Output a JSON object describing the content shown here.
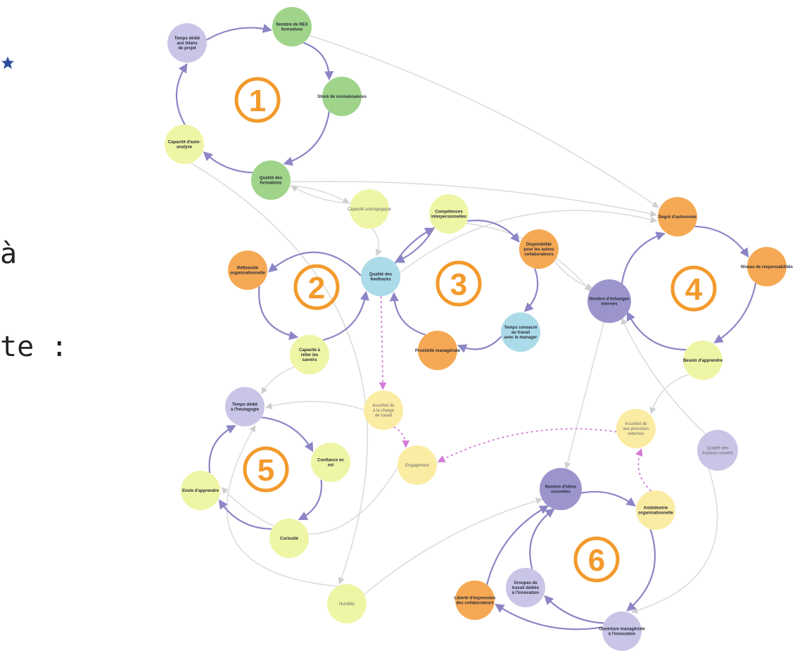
{
  "fragments": {
    "left_text_1": "à",
    "left_text_2": "te :"
  },
  "colors": {
    "green": "#9fd48a",
    "lime": "#eef5a5",
    "purple": "#c8c5e6",
    "dark_purple": "#9b95cc",
    "orange": "#f5a954",
    "blue": "#abdbe8",
    "yellow": "#fbeca4",
    "loop_orange": "#f39a2c",
    "link_strong": "#8c86c6",
    "link_light": "#dcdcdc",
    "link_dotted": "#d27bd8"
  },
  "loops": [
    {
      "id": "1",
      "label": "1"
    },
    {
      "id": "2",
      "label": "2"
    },
    {
      "id": "3",
      "label": "3"
    },
    {
      "id": "4",
      "label": "4"
    },
    {
      "id": "5",
      "label": "5"
    },
    {
      "id": "6",
      "label": "6"
    }
  ],
  "nodes": [
    {
      "id": "temps_bilans",
      "label": [
        "Temps dédié",
        "aux bilans",
        "de projet"
      ],
      "color": "purple"
    },
    {
      "id": "nb_rex",
      "label": [
        "Nombre de REX",
        "formatives"
      ],
      "color": "green"
    },
    {
      "id": "stock",
      "label": [
        "Stock de connaissances"
      ],
      "color": "green"
    },
    {
      "id": "qualite_form",
      "label": [
        "Qualité des",
        "formations"
      ],
      "color": "green"
    },
    {
      "id": "auto_analyse",
      "label": [
        "Capacité d'auto-",
        "analyse"
      ],
      "color": "lime"
    },
    {
      "id": "andragogique",
      "label": [
        "Capacité andragogique"
      ],
      "color": "lime",
      "light": true
    },
    {
      "id": "comp_inter",
      "label": [
        "Compétences",
        "interpersonnelles"
      ],
      "color": "lime"
    },
    {
      "id": "dispo",
      "label": [
        "Disponibilité",
        "pour les autres",
        "collaborateurs"
      ],
      "color": "orange"
    },
    {
      "id": "reflexivite",
      "label": [
        "Réflexivité",
        "organisationnelle"
      ],
      "color": "orange"
    },
    {
      "id": "qualite_fb",
      "label": [
        "Qualité des",
        "feedbacks"
      ],
      "color": "blue"
    },
    {
      "id": "temps_manager",
      "label": [
        "Temps consacré",
        "au travail",
        "avec le manager"
      ],
      "color": "blue"
    },
    {
      "id": "proximite",
      "label": [
        "Proximité managériale"
      ],
      "color": "orange"
    },
    {
      "id": "relier",
      "label": [
        "Capacité à",
        "relier les",
        "savoirs"
      ],
      "color": "lime"
    },
    {
      "id": "degre_auto",
      "label": [
        "Degré d'autonomie"
      ],
      "color": "orange"
    },
    {
      "id": "niveau_resp",
      "label": [
        "Niveau de responsabilités"
      ],
      "color": "orange"
    },
    {
      "id": "nb_echanges",
      "label": [
        "Nombre d'échanges",
        "internes"
      ],
      "color": "dark_purple"
    },
    {
      "id": "besoin",
      "label": [
        "Besoin d'apprendre"
      ],
      "color": "lime"
    },
    {
      "id": "temps_heuta",
      "label": [
        "Temps dédié",
        "à l'heutagogie"
      ],
      "color": "purple"
    },
    {
      "id": "inconfort_charge",
      "label": [
        "Inconfort lié",
        "à la charge",
        "de travail"
      ],
      "color": "yellow",
      "light": true
    },
    {
      "id": "confiance",
      "label": [
        "Confiance en",
        "soi"
      ],
      "color": "lime"
    },
    {
      "id": "engagement",
      "label": [
        "Engagement"
      ],
      "color": "yellow",
      "light": true
    },
    {
      "id": "envie",
      "label": [
        "Envie d'apprendre"
      ],
      "color": "lime"
    },
    {
      "id": "curiosite",
      "label": [
        "Curiosité"
      ],
      "color": "lime"
    },
    {
      "id": "inconfort_pression",
      "label": [
        "Inconfort lié",
        "aux pressions",
        "externes"
      ],
      "color": "yellow",
      "light": true
    },
    {
      "id": "espaces",
      "label": [
        "Qualité des",
        "espaces ouverts"
      ],
      "color": "purple",
      "light": true
    },
    {
      "id": "nb_idees",
      "label": [
        "Nombre d'idées",
        "nouvelles"
      ],
      "color": "dark_purple"
    },
    {
      "id": "ambidextrie",
      "label": [
        "Ambidextrie",
        "organisationnelle"
      ],
      "color": "yellow"
    },
    {
      "id": "groupes",
      "label": [
        "Groupes de",
        "travail dédiés",
        "à l'innovation"
      ],
      "color": "purple"
    },
    {
      "id": "liberte",
      "label": [
        "Liberté d'expression",
        "des collaborateurs"
      ],
      "color": "orange"
    },
    {
      "id": "humilite",
      "label": [
        "Humilité"
      ],
      "color": "lime",
      "light": true
    },
    {
      "id": "ouverture",
      "label": [
        "Ouverture managériale",
        "à l'innovation"
      ],
      "color": "purple"
    }
  ]
}
